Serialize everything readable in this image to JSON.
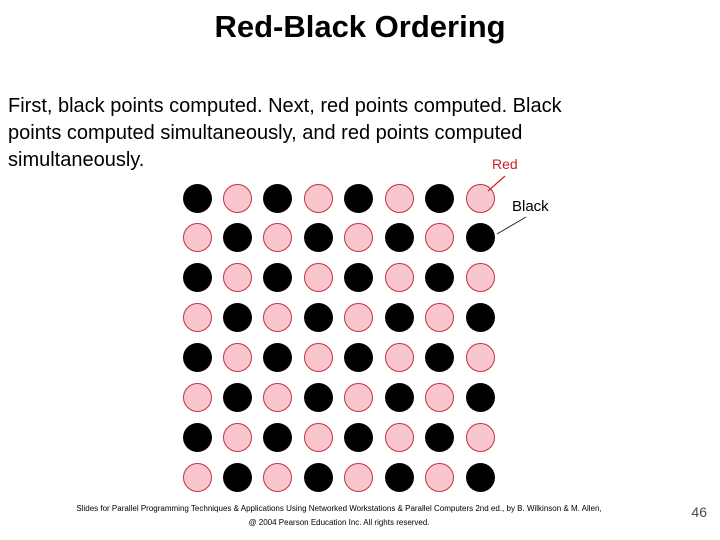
{
  "slide": {
    "title": "Red-Black Ordering",
    "body_lines": [
      "First, black points computed. Next, red points computed. Black",
      "points computed simultaneously, and red points computed",
      "simultaneously."
    ]
  },
  "diagram": {
    "type": "red-black-grid",
    "rows": 8,
    "cols": 8,
    "top_left_color": "black",
    "pattern": "checkerboard",
    "labels": {
      "red": "Red",
      "black": "Black"
    },
    "colors": {
      "red_fill": "#f9c6cd",
      "red_border": "#c2333e",
      "black": "#000000",
      "red_label_text": "#cc2127",
      "black_label_text": "#000000",
      "black_leader_line": "#222222"
    }
  },
  "footer": {
    "line1": "Slides for Parallel Programming Techniques & Applications Using Networked Workstations & Parallel Computers 2nd ed., by B. Wilkinson & M. Allen,",
    "line2": "@ 2004 Pearson Education Inc. All rights reserved.",
    "page_number": "46"
  }
}
